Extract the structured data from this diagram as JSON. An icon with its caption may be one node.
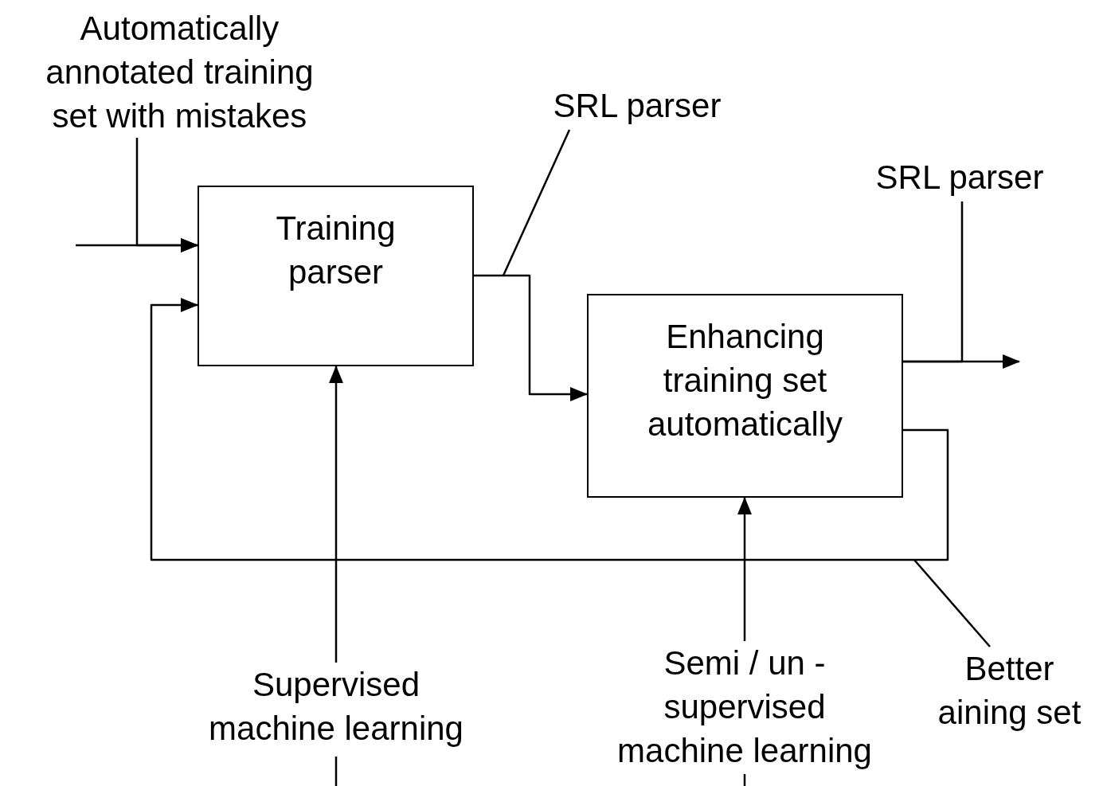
{
  "diagram": {
    "nodes": [
      {
        "text": [
          "Automatically annotated training set with mistakes"
        ]
      },
      {
        "text": [
          "Training parser"
        ]
      },
      {
        "text": [
          "SRL parser"
        ]
      },
      {
        "text": [
          "Enhancing training set automatically"
        ]
      },
      {
        "text": [
          "SRL parser"
        ]
      },
      {
        "text": [
          "Supervised machine learning"
        ]
      },
      {
        "text": [
          "Semi / un - supervised machine learning"
        ]
      },
      {
        "text": [
          "Better aining set"
        ]
      }
    ],
    "edges": [
      {
        "from": null,
        "to": 1,
        "arrow": "to"
      },
      {
        "from": 0,
        "to": 1,
        "arrow": "to"
      },
      {
        "from": 1,
        "to": 3,
        "arrow": "to"
      },
      {
        "from": 2,
        "to": null,
        "arrow": "none"
      },
      {
        "from": 3,
        "to": null,
        "arrow": "to"
      },
      {
        "from": 3,
        "to": 4,
        "arrow": "none"
      },
      {
        "from": 5,
        "to": 1,
        "arrow": "to"
      },
      {
        "from": 6,
        "to": 3,
        "arrow": "to"
      },
      {
        "from": 3,
        "to": 1,
        "arrow": "to"
      },
      {
        "from": 7,
        "to": null,
        "arrow": "none"
      }
    ]
  }
}
